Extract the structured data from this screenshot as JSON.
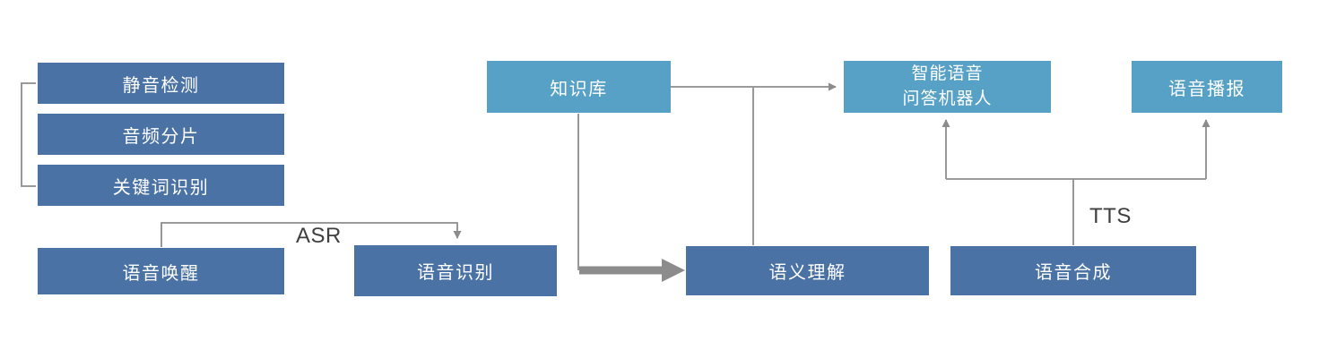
{
  "colors": {
    "dark_box": "#4a72a4",
    "light_box": "#57a1c6",
    "line": "#8c8c8c",
    "label_text": "#3f3f3f",
    "box_text": "#ffffff",
    "background": "#ffffff"
  },
  "boxes": {
    "silence_detection": "静音检测",
    "audio_segmentation": "音频分片",
    "keyword_recognition": "关键词识别",
    "voice_wakeup": "语音唤醒",
    "speech_recognition": "语音识别",
    "knowledge_base": "知识库",
    "semantic_understanding": "语义理解",
    "qa_robot_line1": "智能语音",
    "qa_robot_line2": "问答机器人",
    "voice_broadcast": "语音播报",
    "speech_synthesis": "语音合成"
  },
  "edge_labels": {
    "asr": "ASR",
    "tts": "TTS"
  }
}
